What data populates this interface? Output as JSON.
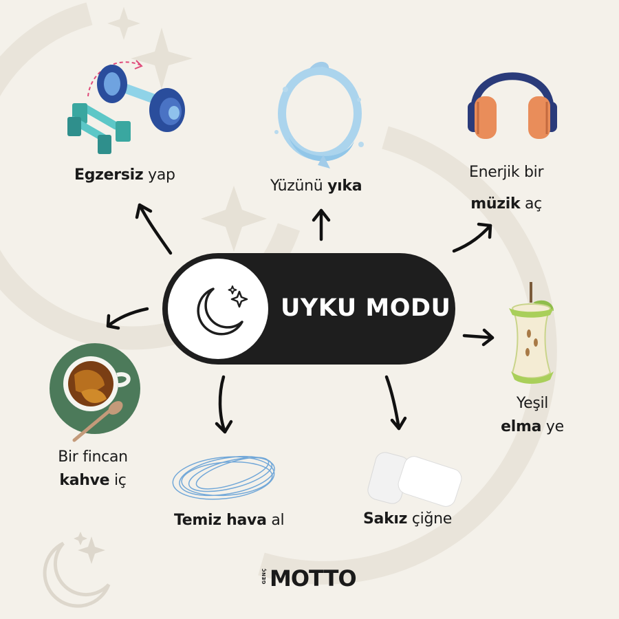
{
  "center": {
    "title": "UYKU MODU"
  },
  "items": [
    {
      "id": "exercise",
      "bold": "Egzersiz",
      "rest": " yap",
      "icon": "dumbbell-icon"
    },
    {
      "id": "wash",
      "pre": "Yüzünü ",
      "bold": "yıka",
      "icon": "water-splash-icon"
    },
    {
      "id": "music",
      "line1": "Enerjik bir",
      "bold": "müzik",
      "rest": " aç",
      "icon": "headphones-icon"
    },
    {
      "id": "apple",
      "line1": "Yeşil",
      "bold": "elma",
      "rest": " ye",
      "icon": "apple-core-icon"
    },
    {
      "id": "coffee",
      "line1": "Bir fincan",
      "bold": "kahve",
      "rest": " iç",
      "icon": "coffee-cup-icon"
    },
    {
      "id": "air",
      "bold": "Temiz hava",
      "rest": " al",
      "icon": "wind-icon"
    },
    {
      "id": "gum",
      "bold": "Sakız",
      "rest": " çiğne",
      "icon": "chewing-gum-icon"
    }
  ],
  "brand": {
    "small": "GENÇ",
    "main": "MOTTO"
  },
  "colors": {
    "background": "#f4f1ea",
    "toggle": "#1e1e1e",
    "accent_blue": "#2f5da8",
    "accent_teal": "#3aa7a0",
    "coffee_green": "#4c7a5a"
  }
}
